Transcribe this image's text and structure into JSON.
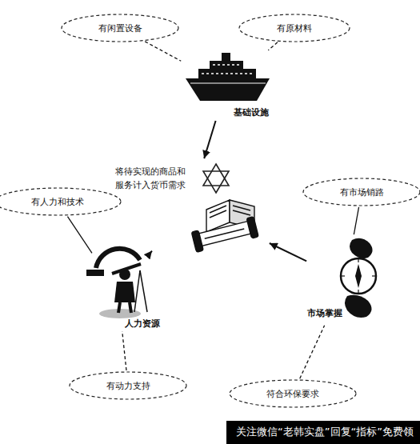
{
  "diagram": {
    "nodes": [
      {
        "text": [
          "有闲置设备"
        ]
      },
      {
        "text": [
          "有原材料"
        ]
      },
      {
        "text": [
          "基础设施"
        ]
      },
      {
        "text": [
          "将待实现的商品和 服务计入货币需求"
        ]
      },
      {
        "text": [
          "有人力和技术"
        ]
      },
      {
        "text": [
          "有市场销路"
        ]
      },
      {
        "text": [
          "人力资源"
        ]
      },
      {
        "text": [
          "市场掌握"
        ]
      },
      {
        "text": [
          "有动力支持"
        ]
      },
      {
        "text": [
          "符合环保要求"
        ]
      }
    ],
    "edges": [
      {
        "from": 0,
        "to": 2,
        "arrow": "none"
      },
      {
        "from": 1,
        "to": 2,
        "arrow": "none"
      },
      {
        "from": 2,
        "to": 3,
        "arrow": "to"
      },
      {
        "from": 6,
        "to": 3,
        "arrow": "to"
      },
      {
        "from": 7,
        "to": 3,
        "arrow": "to"
      },
      {
        "from": 4,
        "to": 6,
        "arrow": "none"
      },
      {
        "from": 5,
        "to": 7,
        "arrow": "none"
      },
      {
        "from": 8,
        "to": 6,
        "arrow": "none"
      },
      {
        "from": 9,
        "to": 7,
        "arrow": "none"
      }
    ],
    "labels": [
      "关注微信“老韩实盘”回复“指标”免费领"
    ]
  }
}
